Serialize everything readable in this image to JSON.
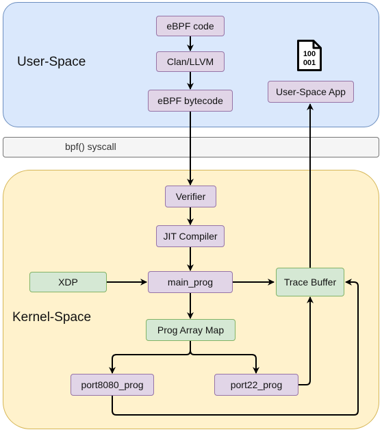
{
  "regions": {
    "user_space": "User-Space",
    "kernel_space": "Kernel-Space",
    "syscall": "bpf() syscall"
  },
  "icons": {
    "binary_document": "binary-file-icon",
    "binary_text_top": "100",
    "binary_text_bottom": "001"
  },
  "nodes": {
    "ebpf_code": "eBPF code",
    "clang_llvm": "Clan/LLVM",
    "ebpf_bytecode": "eBPF bytecode",
    "user_space_app": "User-Space App",
    "verifier": "Verifier",
    "jit_compiler": "JIT Compiler",
    "xdp": "XDP",
    "main_prog": "main_prog",
    "trace_buffer": "Trace Buffer",
    "prog_array_map": "Prog Array Map",
    "port8080_prog": "port8080_prog",
    "port22_prog": "port22_prog"
  },
  "colors": {
    "user_space_fill": "#dae8fc",
    "kernel_space_fill": "#fff2cc",
    "program_fill": "#e1d5e7",
    "hook_fill": "#d5e8d4"
  }
}
